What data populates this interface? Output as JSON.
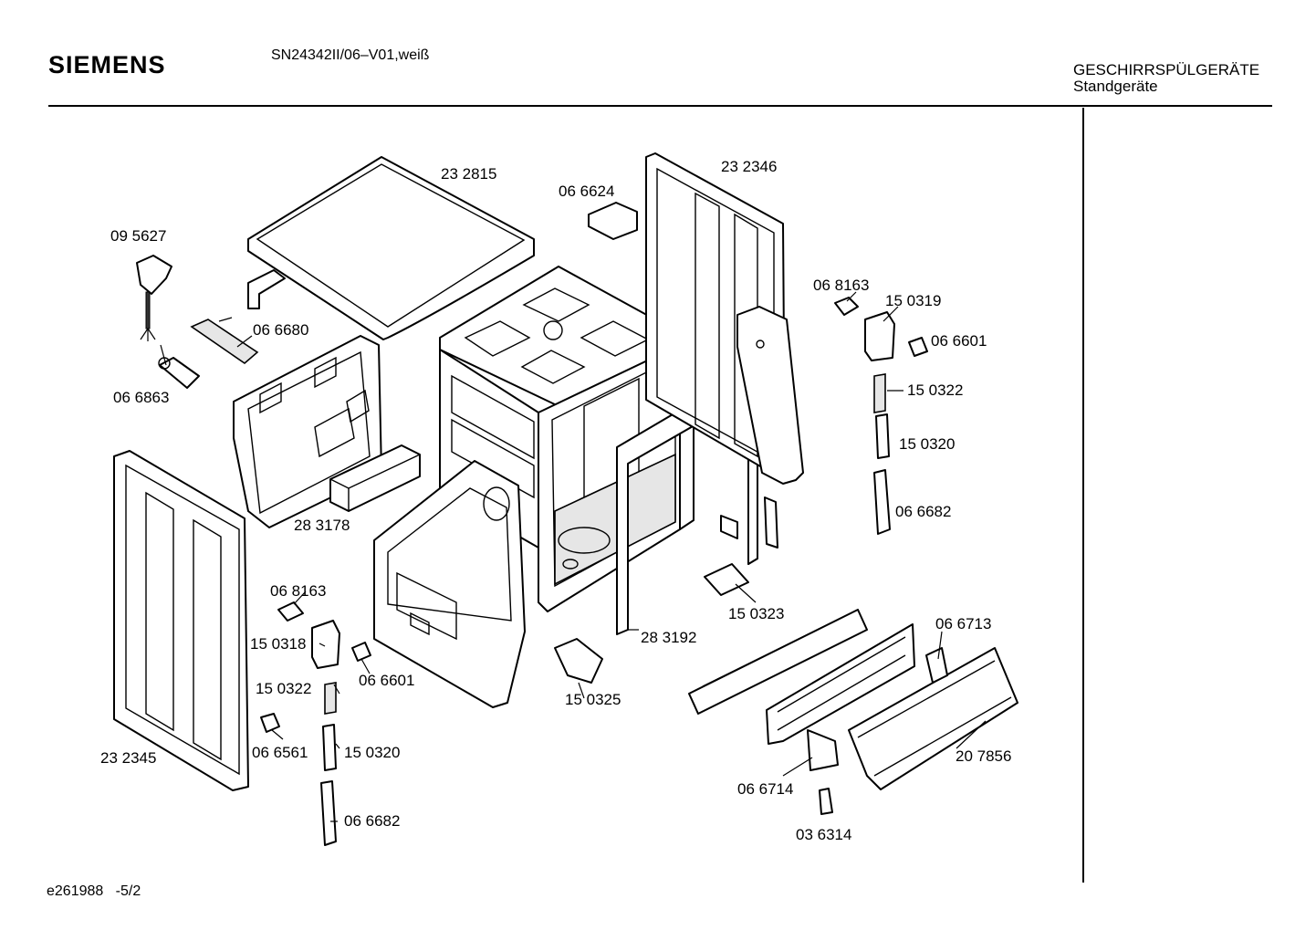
{
  "header": {
    "brand": "SIEMENS",
    "model": "SN24342II/06–V01,weiß",
    "category_line1": "GESCHIRRSPÜLGERÄTE",
    "category_line2": "Standgeräte"
  },
  "footer": {
    "drawing_id": "e261988",
    "page": "-5/2"
  },
  "parts": {
    "p232815": "23 2815",
    "p066624": "06 6624",
    "p232346": "23 2346",
    "p095627": "09 5627",
    "p066680": "06 6680",
    "p066863": "06 6863",
    "p068163_right": "06 8163",
    "p150319": "15 0319",
    "p066601_right": "06 6601",
    "p150322_right": "15 0322",
    "p150320_right": "15 0320",
    "p066682_right": "06 6682",
    "p283178": "28 3178",
    "p150323": "15 0323",
    "p066713": "06 6713",
    "p068163_left": "06 8163",
    "p150318": "15 0318",
    "p066601_left": "06 6601",
    "p283192": "28 3192",
    "p150322_left": "15 0322",
    "p150325": "15 0325",
    "p066561": "06 6561",
    "p150320_left": "15 0320",
    "p232345": "23 2345",
    "p207856": "20 7856",
    "p066714": "06 6714",
    "p066682_left": "06 6682",
    "p036314": "03 6314"
  }
}
